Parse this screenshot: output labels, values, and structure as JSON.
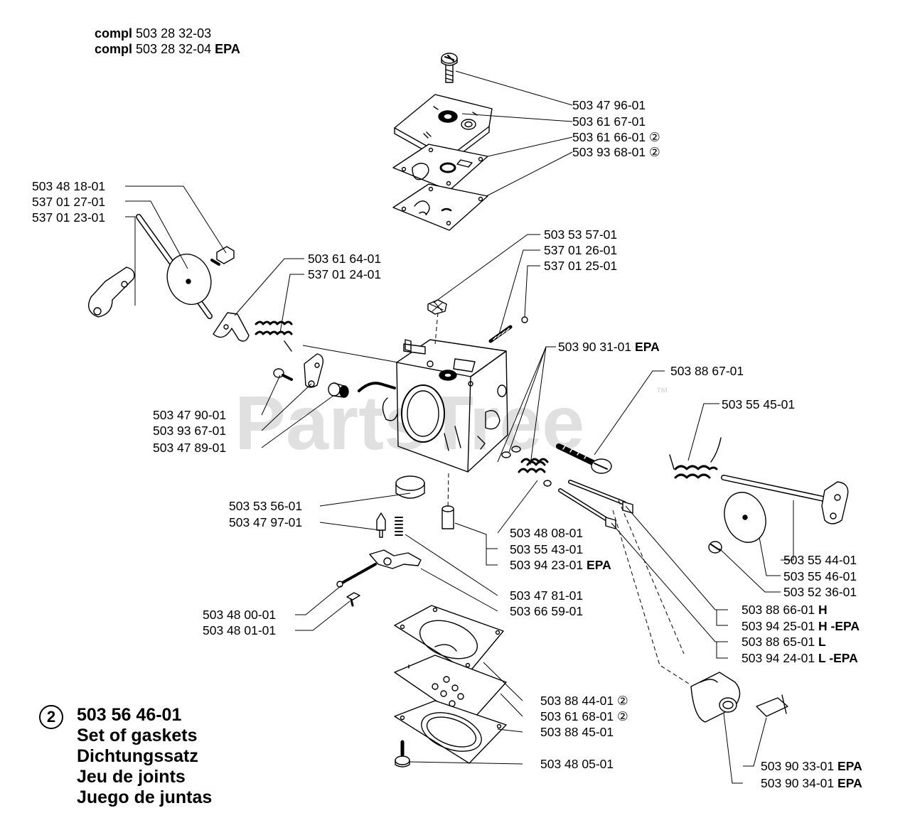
{
  "header": {
    "line1": {
      "prefix": "compl",
      "number": "503 28 32-03",
      "suffix": ""
    },
    "line2": {
      "prefix": "compl",
      "number": "503 28 32-04",
      "suffix": "EPA"
    }
  },
  "watermark": {
    "text": "PartsTree",
    "tm": "™"
  },
  "labels": [
    {
      "number": "503 47 96-01",
      "suffix": ""
    },
    {
      "number": "503 61 67-01",
      "suffix": ""
    },
    {
      "number": "503 61 66-01",
      "suffix": "②"
    },
    {
      "number": "503 93 68-01",
      "suffix": "②"
    },
    {
      "number": "503 48 18-01",
      "suffix": ""
    },
    {
      "number": "537 01 27-01",
      "suffix": ""
    },
    {
      "number": "537 01 23-01",
      "suffix": ""
    },
    {
      "number": "503 53 57-01",
      "suffix": ""
    },
    {
      "number": "537 01 26-01",
      "suffix": ""
    },
    {
      "number": "537 01 25-01",
      "suffix": ""
    },
    {
      "number": "503 61 64-01",
      "suffix": ""
    },
    {
      "number": "537 01 24-01",
      "suffix": ""
    },
    {
      "number": "503 90 31-01",
      "suffix": "EPA"
    },
    {
      "number": "503 88 67-01",
      "suffix": ""
    },
    {
      "number": "503 55 45-01",
      "suffix": ""
    },
    {
      "number": "503 47 90-01",
      "suffix": ""
    },
    {
      "number": "503 93 67-01",
      "suffix": ""
    },
    {
      "number": "503 47 89-01",
      "suffix": ""
    },
    {
      "number": "503 53 56-01",
      "suffix": ""
    },
    {
      "number": "503 47 97-01",
      "suffix": ""
    },
    {
      "number": "503 48 08-01",
      "suffix": ""
    },
    {
      "number": "503 55 43-01",
      "suffix": ""
    },
    {
      "number": "503 94 23-01",
      "suffix": "EPA"
    },
    {
      "number": "503 55 44-01",
      "suffix": ""
    },
    {
      "number": "503 55 46-01",
      "suffix": ""
    },
    {
      "number": "503 52 36-01",
      "suffix": ""
    },
    {
      "number": "503 47 81-01",
      "suffix": ""
    },
    {
      "number": "503 66 59-01",
      "suffix": ""
    },
    {
      "number": "503 48 00-01",
      "suffix": ""
    },
    {
      "number": "503 48 01-01",
      "suffix": ""
    },
    {
      "number": "503 88 66-01",
      "suffix": "H"
    },
    {
      "number": "503 94 25-01",
      "suffix": "H -EPA"
    },
    {
      "number": "503 88 65-01",
      "suffix": "L"
    },
    {
      "number": "503 94 24-01",
      "suffix": "L -EPA"
    },
    {
      "number": "503 88 44-01",
      "suffix": "②"
    },
    {
      "number": "503 61 68-01",
      "suffix": "②"
    },
    {
      "number": "503 88 45-01",
      "suffix": ""
    },
    {
      "number": "503 48 05-01",
      "suffix": ""
    },
    {
      "number": "503 90 33-01",
      "suffix": "EPA"
    },
    {
      "number": "503 90 34-01",
      "suffix": "EPA"
    }
  ],
  "legend": {
    "marker": "2",
    "number": "503 56 46-01",
    "lines": [
      "Set of gaskets",
      "Dichtungssatz",
      "Jeu de joints",
      "Juego de juntas"
    ]
  }
}
